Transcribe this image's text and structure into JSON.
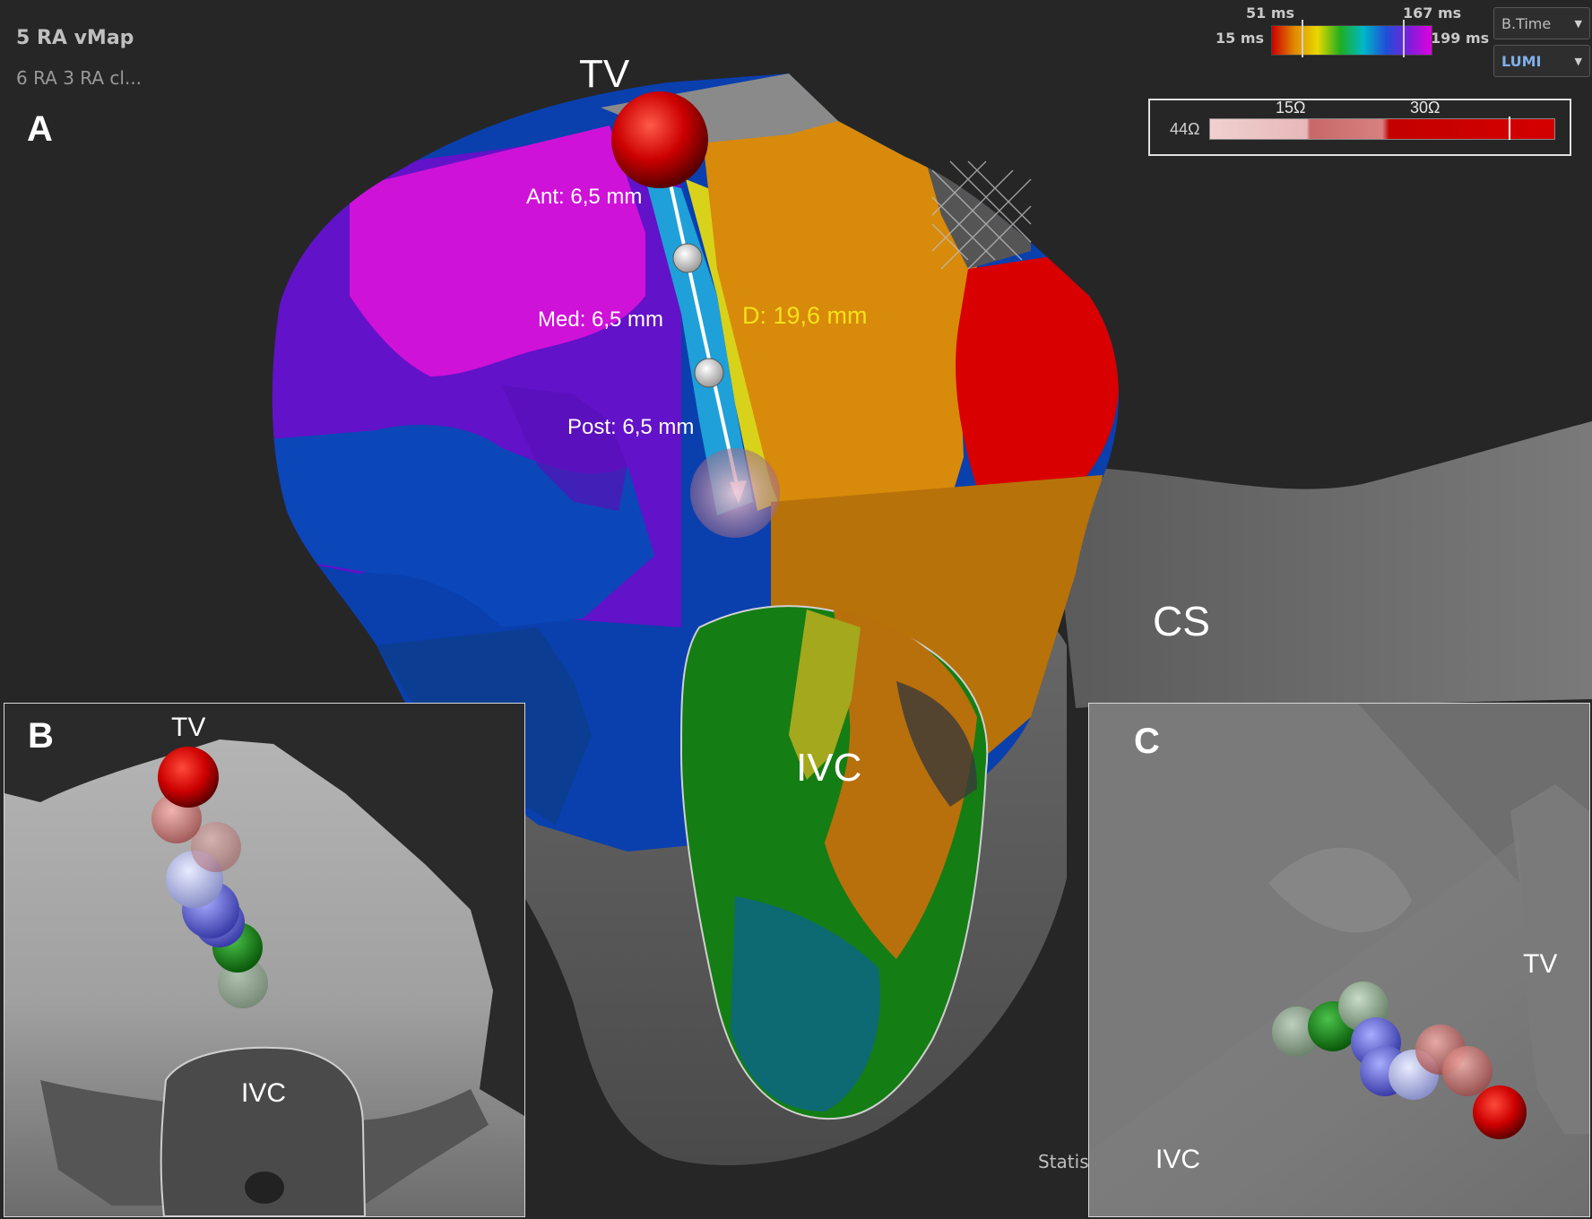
{
  "header": {
    "map_title": "5 RA vMap",
    "map_subtitle": "6 RA 3 RA  cl..."
  },
  "timing_scale": {
    "left_top": "51 ms",
    "right_top": "167 ms",
    "min": "15 ms",
    "max": "199 ms"
  },
  "mode_dropdown": {
    "label": "B.Time"
  },
  "lumi_dropdown": {
    "label": "LUMI"
  },
  "impedance_scale": {
    "min_label": "44Ω",
    "mid1": "15Ω",
    "mid2": "30Ω"
  },
  "panel_a": {
    "letter": "A",
    "tv": "TV",
    "ant": "Ant: 6,5 mm",
    "med": "Med: 6,5 mm",
    "post": "Post: 6,5 mm",
    "distance": "D: 19,6 mm",
    "ivc": "IVC",
    "cs": "CS",
    "stats": "Statis"
  },
  "panel_b": {
    "letter": "B",
    "tv": "TV",
    "ivc": "IVC"
  },
  "panel_c": {
    "letter": "C",
    "tv": "TV",
    "ivc": "IVC"
  },
  "colors": {
    "tv_marker": "#cc0000",
    "measure_color": "#f5e11a",
    "timing_gradient": [
      "#cc0000",
      "#e08a00",
      "#e8d800",
      "#1fae1f",
      "#00b8c8",
      "#1f4fd8",
      "#7a1fd8",
      "#e000e0"
    ],
    "impedance_gradient": [
      "#f0d0d0",
      "#d88888",
      "#d40000"
    ]
  }
}
